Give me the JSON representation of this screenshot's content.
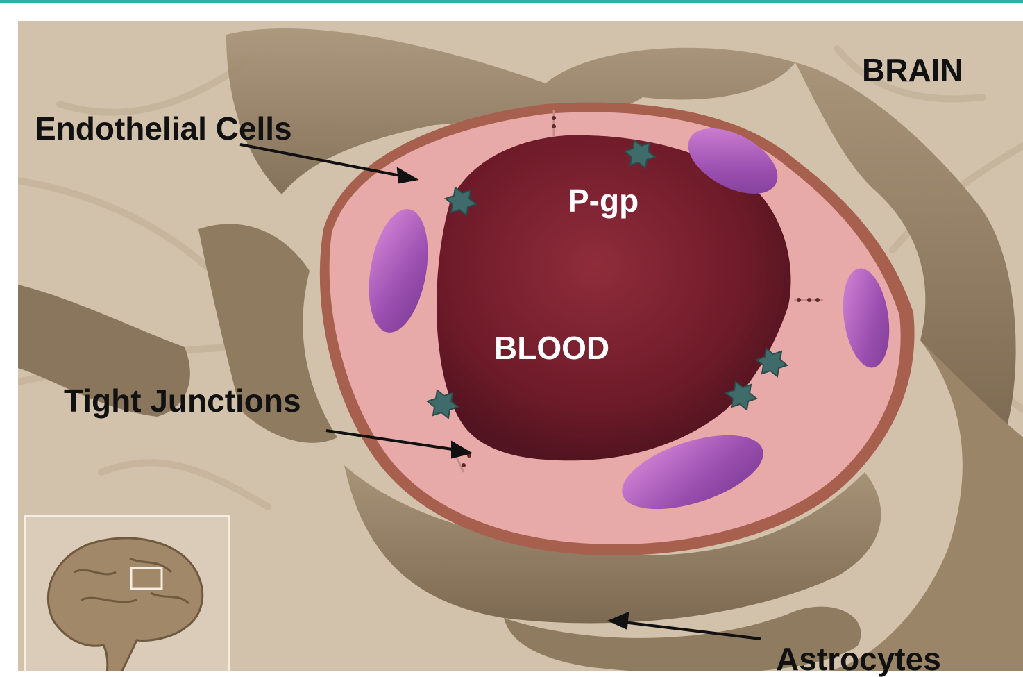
{
  "labels": {
    "brain": "BRAIN",
    "endothelial_cells": "Endothelial Cells",
    "pgp": "P-gp",
    "blood": "BLOOD",
    "tight_junctions": "Tight Junctions",
    "astrocytes": "Astrocytes"
  },
  "colors": {
    "accent_rule": "#2bb3a8",
    "background_tissue": "#d2c2ac",
    "astrocyte": "#8c7a62",
    "vessel_wall": "#e8a9a9",
    "lumen": "#7a1f2e",
    "nucleus": "#b061b8",
    "pgp_marker": "#3f6b6a",
    "label_text": "#111111"
  },
  "icons": {
    "inset": "brain-icon",
    "inset_highlight": "region-box-icon"
  }
}
